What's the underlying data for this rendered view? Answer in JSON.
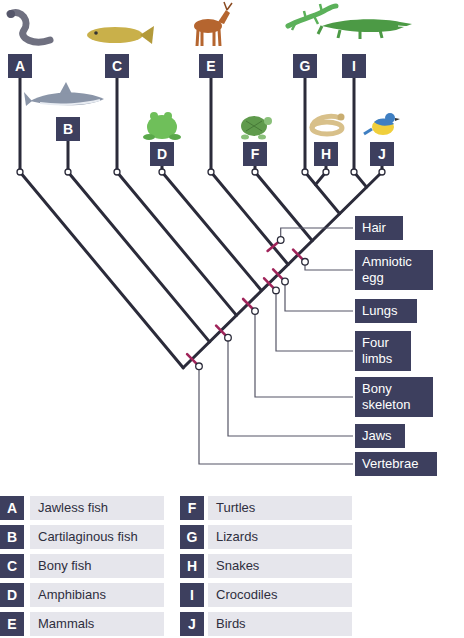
{
  "diagram": {
    "nodes": [
      {
        "text": [
          "A"
        ]
      },
      {
        "text": [
          "C"
        ]
      },
      {
        "text": [
          "E"
        ]
      },
      {
        "text": [
          "G"
        ]
      },
      {
        "text": [
          "I"
        ]
      },
      {
        "text": [
          "B"
        ]
      },
      {
        "text": [
          "D"
        ]
      },
      {
        "text": [
          "F"
        ]
      },
      {
        "text": [
          "H"
        ]
      },
      {
        "text": [
          "J"
        ]
      },
      {
        "text": [
          "Hair"
        ]
      },
      {
        "text": [
          "Amniotic egg"
        ]
      },
      {
        "text": [
          "Lungs"
        ]
      },
      {
        "text": [
          "Four limbs"
        ]
      },
      {
        "text": [
          "Bony skeleton"
        ]
      },
      {
        "text": [
          "Jaws"
        ]
      },
      {
        "text": [
          "Vertebrae"
        ]
      },
      {
        "text": [
          "A"
        ]
      },
      {
        "text": [
          "Jawless fish"
        ]
      },
      {
        "text": [
          "F"
        ]
      },
      {
        "text": [
          "Turtles"
        ]
      },
      {
        "text": [
          "B"
        ]
      },
      {
        "text": [
          "Cartilaginous fish"
        ]
      },
      {
        "text": [
          "G"
        ]
      },
      {
        "text": [
          "Lizards"
        ]
      },
      {
        "text": [
          "C"
        ]
      },
      {
        "text": [
          "Bony fish"
        ]
      },
      {
        "text": [
          "H"
        ]
      },
      {
        "text": [
          "Snakes"
        ]
      },
      {
        "text": [
          "D"
        ]
      },
      {
        "text": [
          "Amphibians"
        ]
      },
      {
        "text": [
          "I"
        ]
      },
      {
        "text": [
          "Crocodiles"
        ]
      },
      {
        "text": [
          "E"
        ]
      },
      {
        "text": [
          "Mammals"
        ]
      },
      {
        "text": [
          "J"
        ]
      },
      {
        "text": [
          "Birds"
        ]
      }
    ]
  }
}
